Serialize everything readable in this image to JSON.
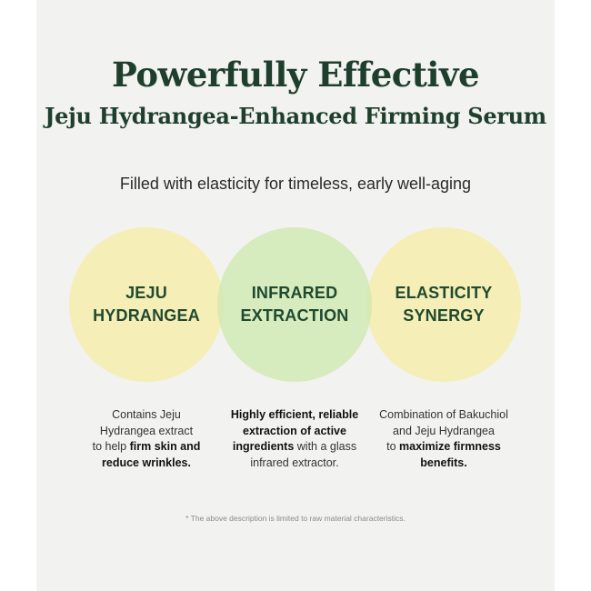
{
  "header": {
    "title": "Powerfully Effective",
    "subtitle": "Jeju Hydrangea-Enhanced Firming Serum",
    "tagline": "Filled with elasticity for timeless, early well-aging"
  },
  "colors": {
    "title": "#1e3f2c",
    "circle_yellow": "#f6eeb2",
    "circle_green": "#cee9b0",
    "background": "#f2f2f0"
  },
  "features": [
    {
      "label": "JEJU\nHYDRANGEA",
      "desc": {
        "l1": "Contains Jeju",
        "l2": "Hydrangea extract",
        "l3a": "to help ",
        "l3b": "firm skin and",
        "l4": "reduce wrinkles."
      }
    },
    {
      "label": "INFRARED\nEXTRACTION",
      "desc": {
        "l1": "Highly efficient, reliable",
        "l2": "extraction of active",
        "l3a": "ingredients",
        "l3b": " with a glass",
        "l4": "infrared extractor."
      }
    },
    {
      "label": "ELASTICITY\nSYNERGY",
      "desc": {
        "l1": "Combination of Bakuchiol",
        "l2": "and Jeju Hydrangea",
        "l3a": "to ",
        "l3b": "maximize firmness",
        "l4": "benefits."
      }
    }
  ],
  "footnote": "* The above description is limited to raw material characteristics."
}
